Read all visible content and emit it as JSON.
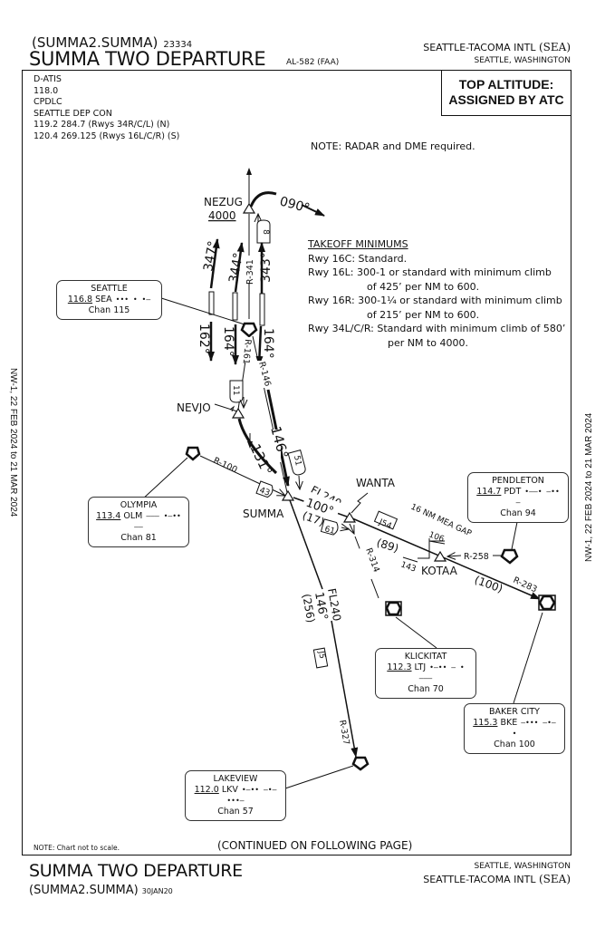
{
  "header": {
    "computer_code": "(SUMMA2.SUMMA)",
    "chart_number": "23334",
    "title": "SUMMA TWO DEPARTURE",
    "volume": "AL-582 (FAA)",
    "airport_name": "SEATTLE-TACOMA INTL",
    "airport_code": "(SEA)",
    "city": "SEATTLE, WASHINGTON"
  },
  "frequencies": [
    "D-ATIS",
    "118.0",
    "CPDLC",
    "SEATTLE DEP CON",
    "119.2  284.7 (Rwys 34R/C/L) (N)",
    "120.4  269.125 (Rwys 16L/C/R) (S)"
  ],
  "top_altitude": [
    "TOP ALTITUDE:",
    "ASSIGNED BY ATC"
  ],
  "note_radar": "NOTE: RADAR and DME required.",
  "takeoff_minimums": {
    "heading": "TAKEOFF MINIMUMS",
    "lines": [
      {
        "text": "Rwy 16C: Standard.",
        "indent": 0
      },
      {
        "text": "Rwy 16L: 300-1 or standard with minimum climb",
        "indent": 0
      },
      {
        "text": "of 425’ per NM to 600.",
        "indent": 1
      },
      {
        "text": "Rwy 16R: 300-1¼  or standard with minimum climb",
        "indent": 0
      },
      {
        "text": "of 215’ per NM to 600.",
        "indent": 1
      },
      {
        "text": "Rwy 34L/C/R: Standard with minimum climb of 580’",
        "indent": 0
      },
      {
        "text": "per NM to 4000.",
        "indent": 2
      }
    ]
  },
  "fixes": {
    "nezug": {
      "name": "NEZUG",
      "altitude": "4000",
      "turn_heading": "090°",
      "note_ref": "8"
    },
    "nevjo": {
      "name": "NEVJO",
      "dme": "11"
    },
    "summa": {
      "name": "SUMMA"
    },
    "wanta": {
      "name": "WANTA"
    },
    "kotaa": {
      "name": "KOTAA"
    }
  },
  "route_labels": {
    "hdg_347": "347°",
    "hdg_344": "344°",
    "hdg_343": "343°",
    "hdg_162": "162°",
    "hdg_164a": "164°",
    "hdg_164b": "164°",
    "r341": "R-341",
    "r161": "R-161",
    "r146": "R-146",
    "hdg_146": "146°",
    "hdg_131": "131°",
    "dme_51": "51",
    "r100": "R-100",
    "dme_43": "43",
    "j54_fl": "FL240",
    "j54_crs": "100°",
    "j54_dist": "(17)",
    "dme_61": "61",
    "airway_j54": "J54",
    "dist_89": "(89)",
    "mea_gap": "16 NM MEA GAP",
    "gap_106": "106",
    "gap_143": "143",
    "r258": "R-258",
    "r314": "R-314",
    "dist_100": "(100)",
    "r283": "R-283",
    "j5_fl": "FL240",
    "j5_crs": "146°",
    "j5_dist": "(256)",
    "airway_j5": "J5",
    "r327": "R-327"
  },
  "navaids": [
    {
      "id": "seattle",
      "name": "SEATTLE",
      "freq": "116.8",
      "ident": "SEA",
      "morse": "••• • •—",
      "chan": "Chan 115"
    },
    {
      "id": "olympia",
      "name": "OLYMPIA",
      "freq": "113.4",
      "ident": "OLM",
      "morse": "——— •—•• ——",
      "chan": "Chan 81"
    },
    {
      "id": "pendleton",
      "name": "PENDLETON",
      "freq": "114.7",
      "ident": "PDT",
      "morse": "•——• —•• —",
      "chan": "Chan 94"
    },
    {
      "id": "klickitat",
      "name": "KLICKITAT",
      "freq": "112.3",
      "ident": "LTJ",
      "morse": "•—•• — •———",
      "chan": "Chan 70"
    },
    {
      "id": "bakercity",
      "name": "BAKER CITY",
      "freq": "115.3",
      "ident": "BKE",
      "morse": "—••• —•— •",
      "chan": "Chan 100"
    },
    {
      "id": "lakeview",
      "name": "LAKEVIEW",
      "freq": "112.0",
      "ident": "LKV",
      "morse": "•—•• —•— •••—",
      "chan": "Chan 57"
    }
  ],
  "side_margin": "NW-1,  22 FEB 2024  to  21 MAR 2024",
  "footer": {
    "note_scale": "NOTE: Chart not to scale.",
    "continued": "(CONTINUED ON FOLLOWING PAGE)",
    "title": "SUMMA TWO DEPARTURE",
    "computer_code": "(SUMMA2.SUMMA)",
    "amendment_date": "30JAN20",
    "city": "SEATTLE, WASHINGTON",
    "airport_name": "SEATTLE-TACOMA INTL",
    "airport_code": "(SEA)"
  }
}
